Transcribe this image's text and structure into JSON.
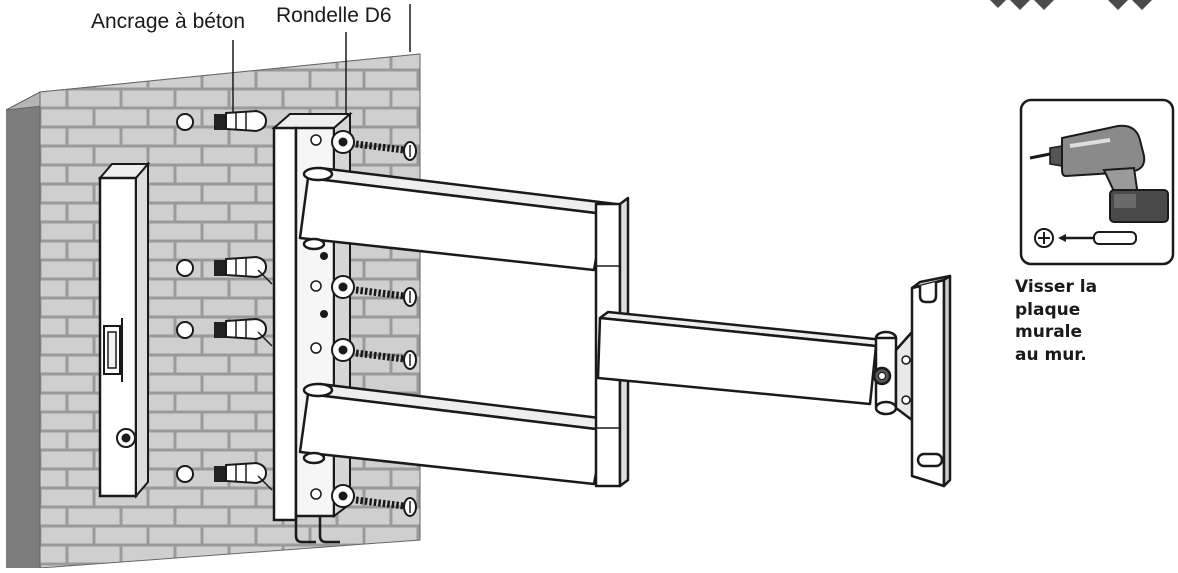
{
  "labels": {
    "anchor": "Ancrage à béton",
    "washer": "Rondelle D6"
  },
  "instruction": {
    "lines": [
      "Visser la",
      "plaque",
      "murale",
      "au mur."
    ]
  },
  "icons": [
    "brick-wall",
    "spirit-level",
    "wall-plate",
    "concrete-anchor",
    "washer",
    "screw",
    "swing-arm",
    "tv-bracket",
    "cordless-drill-icon",
    "phillips-screwdriver-icon"
  ]
}
